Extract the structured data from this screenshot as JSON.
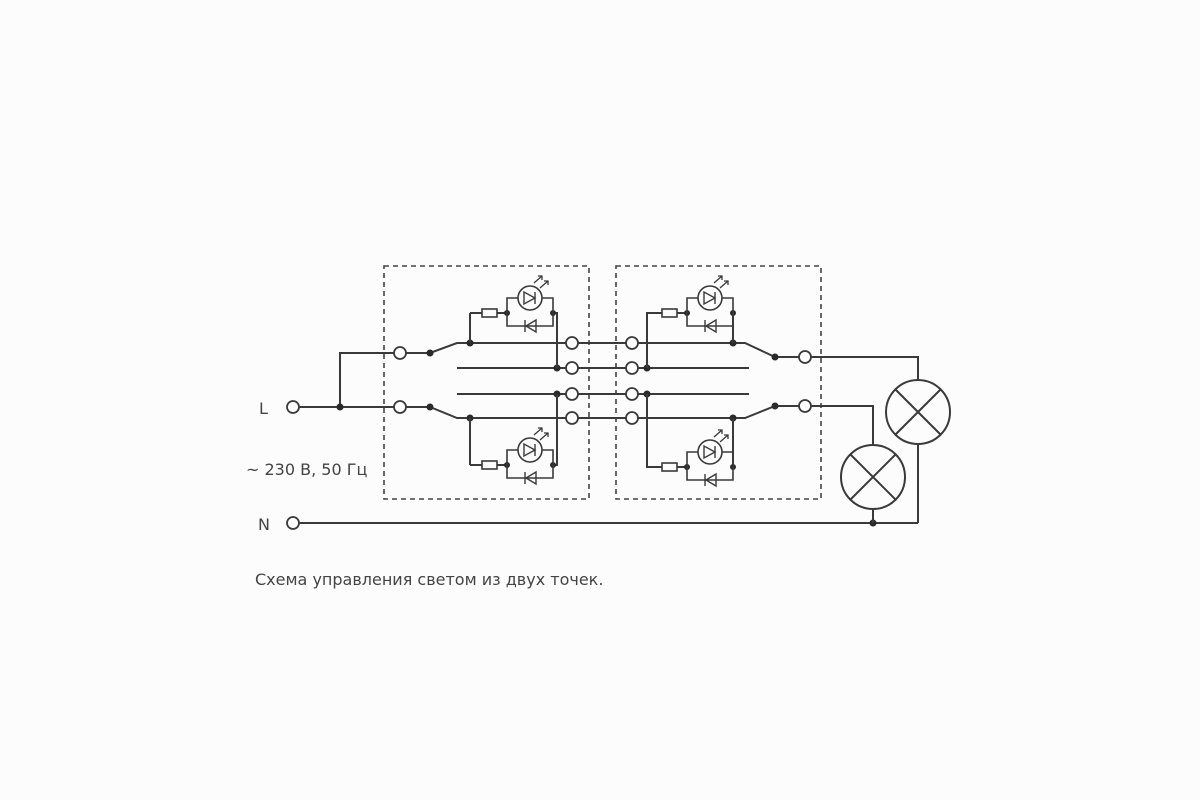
{
  "labels": {
    "phase": "L",
    "neutral": "N",
    "supply": "~ 230 В, 50 Гц",
    "caption": "Схема управления светом из двух точек."
  },
  "colors": {
    "line": "#3a3a3a",
    "background": "#fcfcfc"
  }
}
